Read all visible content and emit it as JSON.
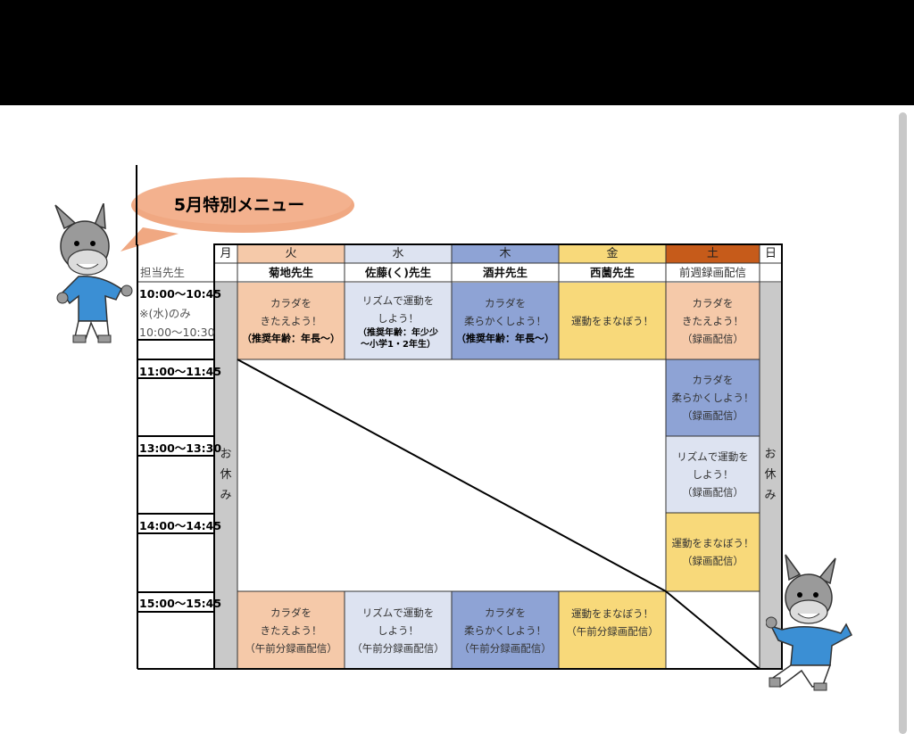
{
  "banner": {
    "title": "5月特別メニュー"
  },
  "header": {
    "days": [
      "月",
      "火",
      "水",
      "木",
      "金",
      "土",
      "日"
    ],
    "teacher_label": "担当先生",
    "teachers": [
      "菊地先生",
      "佐藤(く)先生",
      "酒井先生",
      "西薗先生",
      "前週録画配信"
    ]
  },
  "times": {
    "t1": "10:00〜10:45",
    "note1": "※(水)のみ",
    "note2": "10:00〜10:30",
    "t2": "11:00〜11:45",
    "t3": "13:00〜13:30",
    "t4": "14:00〜14:45",
    "t5": "15:00〜15:45"
  },
  "closed": "お\n休\nみ",
  "slots": {
    "tue_am": {
      "text": "カラダを\nきたえよう！",
      "sub": "（推奨年齢：年長〜）"
    },
    "wed_am": {
      "text": "リズムで運動を\nしよう！",
      "sub": "（推奨年齢：年少少\n〜小学1・2年生）"
    },
    "thu_am": {
      "text": "カラダを\n柔らかくしよう！",
      "sub": "（推奨年齢：年長〜）"
    },
    "fri_am": "運動をまなぼう！",
    "sat1": "カラダを\nきたえよう！\n（録画配信）",
    "sat2": "カラダを\n柔らかくしよう！\n（録画配信）",
    "sat3": "リズムで運動を\nしよう！\n（録画配信）",
    "sat4": "運動をまなぼう！\n（録画配信）",
    "tue_pm": "カラダを\nきたえよう！\n（午前分録画配信）",
    "wed_pm": "リズムで運動を\nしよう！\n（午前分録画配信）",
    "thu_pm": "カラダを\n柔らかくしよう！\n（午前分録画配信）",
    "fri_pm": "運動をまなぼう！\n（午前分録画配信）"
  },
  "colors": {
    "orange": "#f5c9a9",
    "lightblue": "#dde3f1",
    "blue": "#8ea3d5",
    "yellow": "#f8d97a",
    "darkorange": "#c65b1a",
    "gray": "#c9c9c9"
  }
}
